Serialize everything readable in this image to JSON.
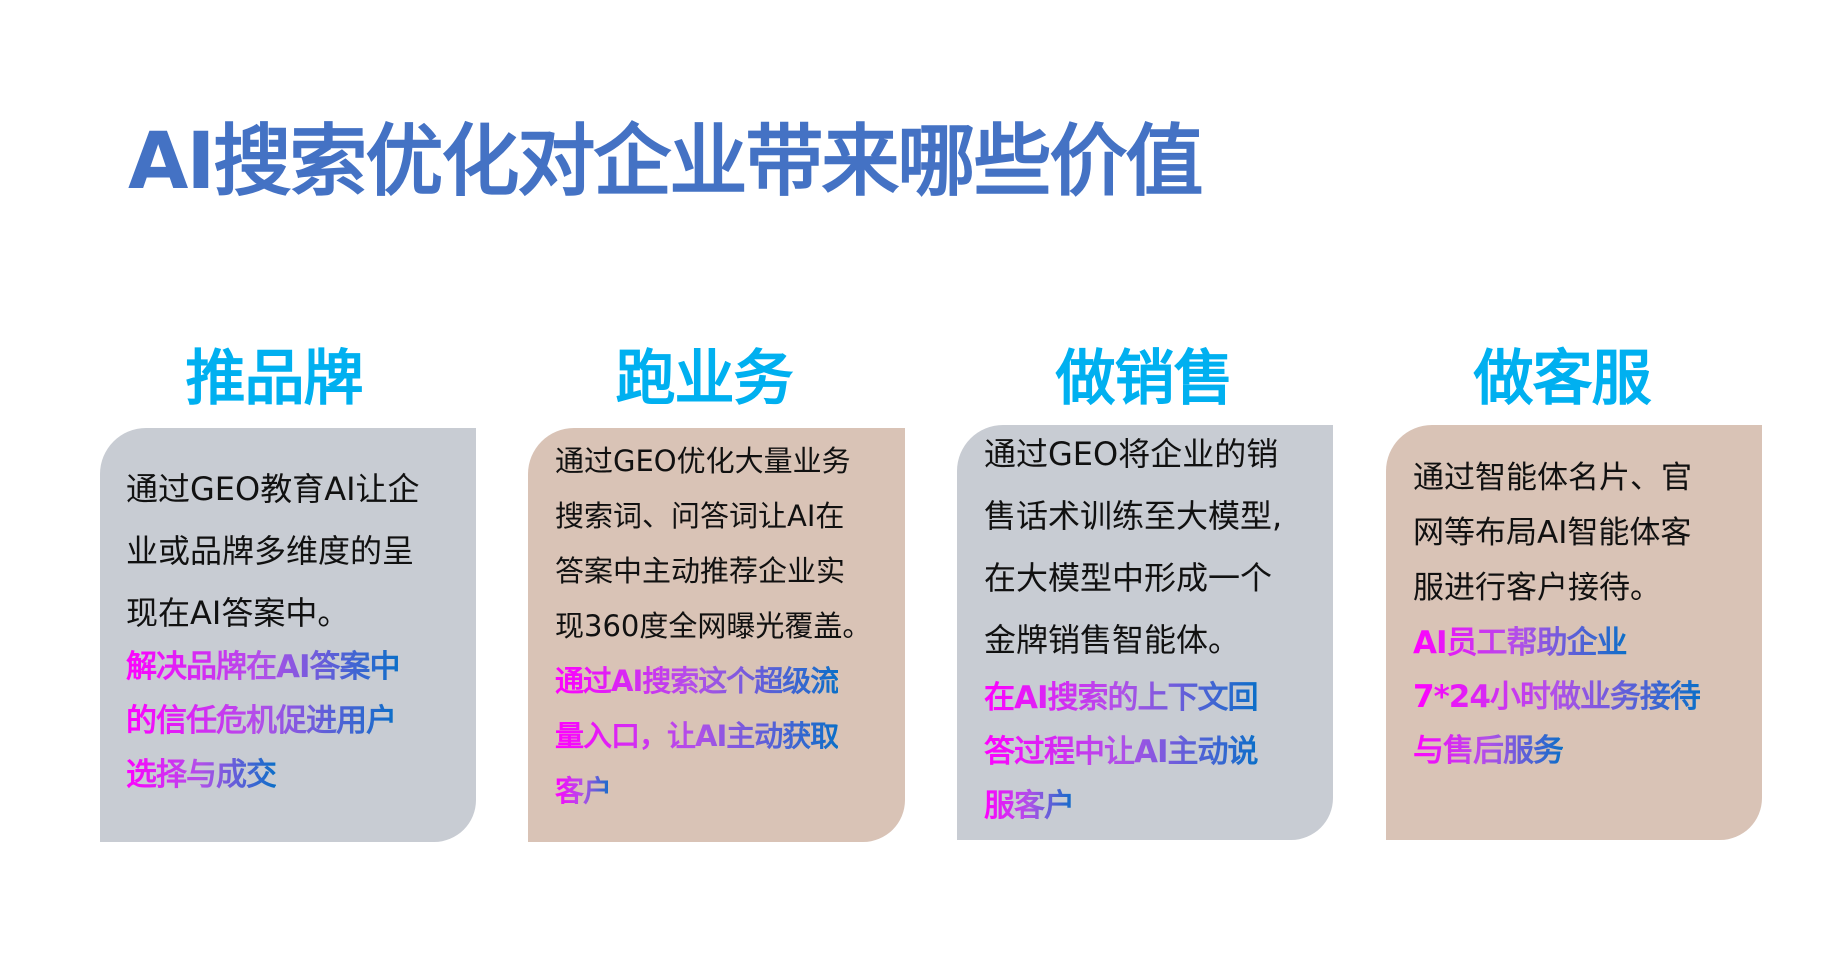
{
  "slide": {
    "title": "AI搜索优化对企业带来哪些价值",
    "colors": {
      "title": "#4472C4",
      "heading": "#00B0F0",
      "card_gray": "#C8CCD3",
      "card_tan": "#D9C3B6",
      "body_text": "#111111",
      "highlight_gradient_start": "#FF00FF",
      "highlight_gradient_mid": "#B050E8",
      "highlight_gradient_end": "#0A6FC8"
    }
  },
  "cards": [
    {
      "heading": "推品牌",
      "body_lines": [
        "通过GEO教育AI让企",
        "业或品牌多维度的呈",
        "现在AI答案中。"
      ],
      "highlight_lines": [
        "解决品牌在AI答案中",
        "的信任危机促进用户",
        "选择与成交"
      ]
    },
    {
      "heading": "跑业务",
      "body_lines": [
        "通过GEO优化大量业务",
        "搜索词、问答词让AI在",
        "答案中主动推荐企业实",
        "现360度全网曝光覆盖。"
      ],
      "highlight_lines": [
        "通过AI搜索这个超级流",
        "量入口，让AI主动获取",
        "客户"
      ]
    },
    {
      "heading": "做销售",
      "body_lines": [
        "通过GEO将企业的销",
        "售话术训练至大模型,",
        "在大模型中形成一个",
        "金牌销售智能体。"
      ],
      "highlight_lines": [
        "在AI搜索的上下文回",
        "答过程中让AI主动说",
        "服客户"
      ]
    },
    {
      "heading": "做客服",
      "body_lines": [
        "通过智能体名片、官",
        "网等布局AI智能体客",
        "服进行客户接待。"
      ],
      "highlight_lines": [
        "AI员工帮助企业",
        "7*24小时做业务接待",
        "与售后服务"
      ]
    }
  ]
}
